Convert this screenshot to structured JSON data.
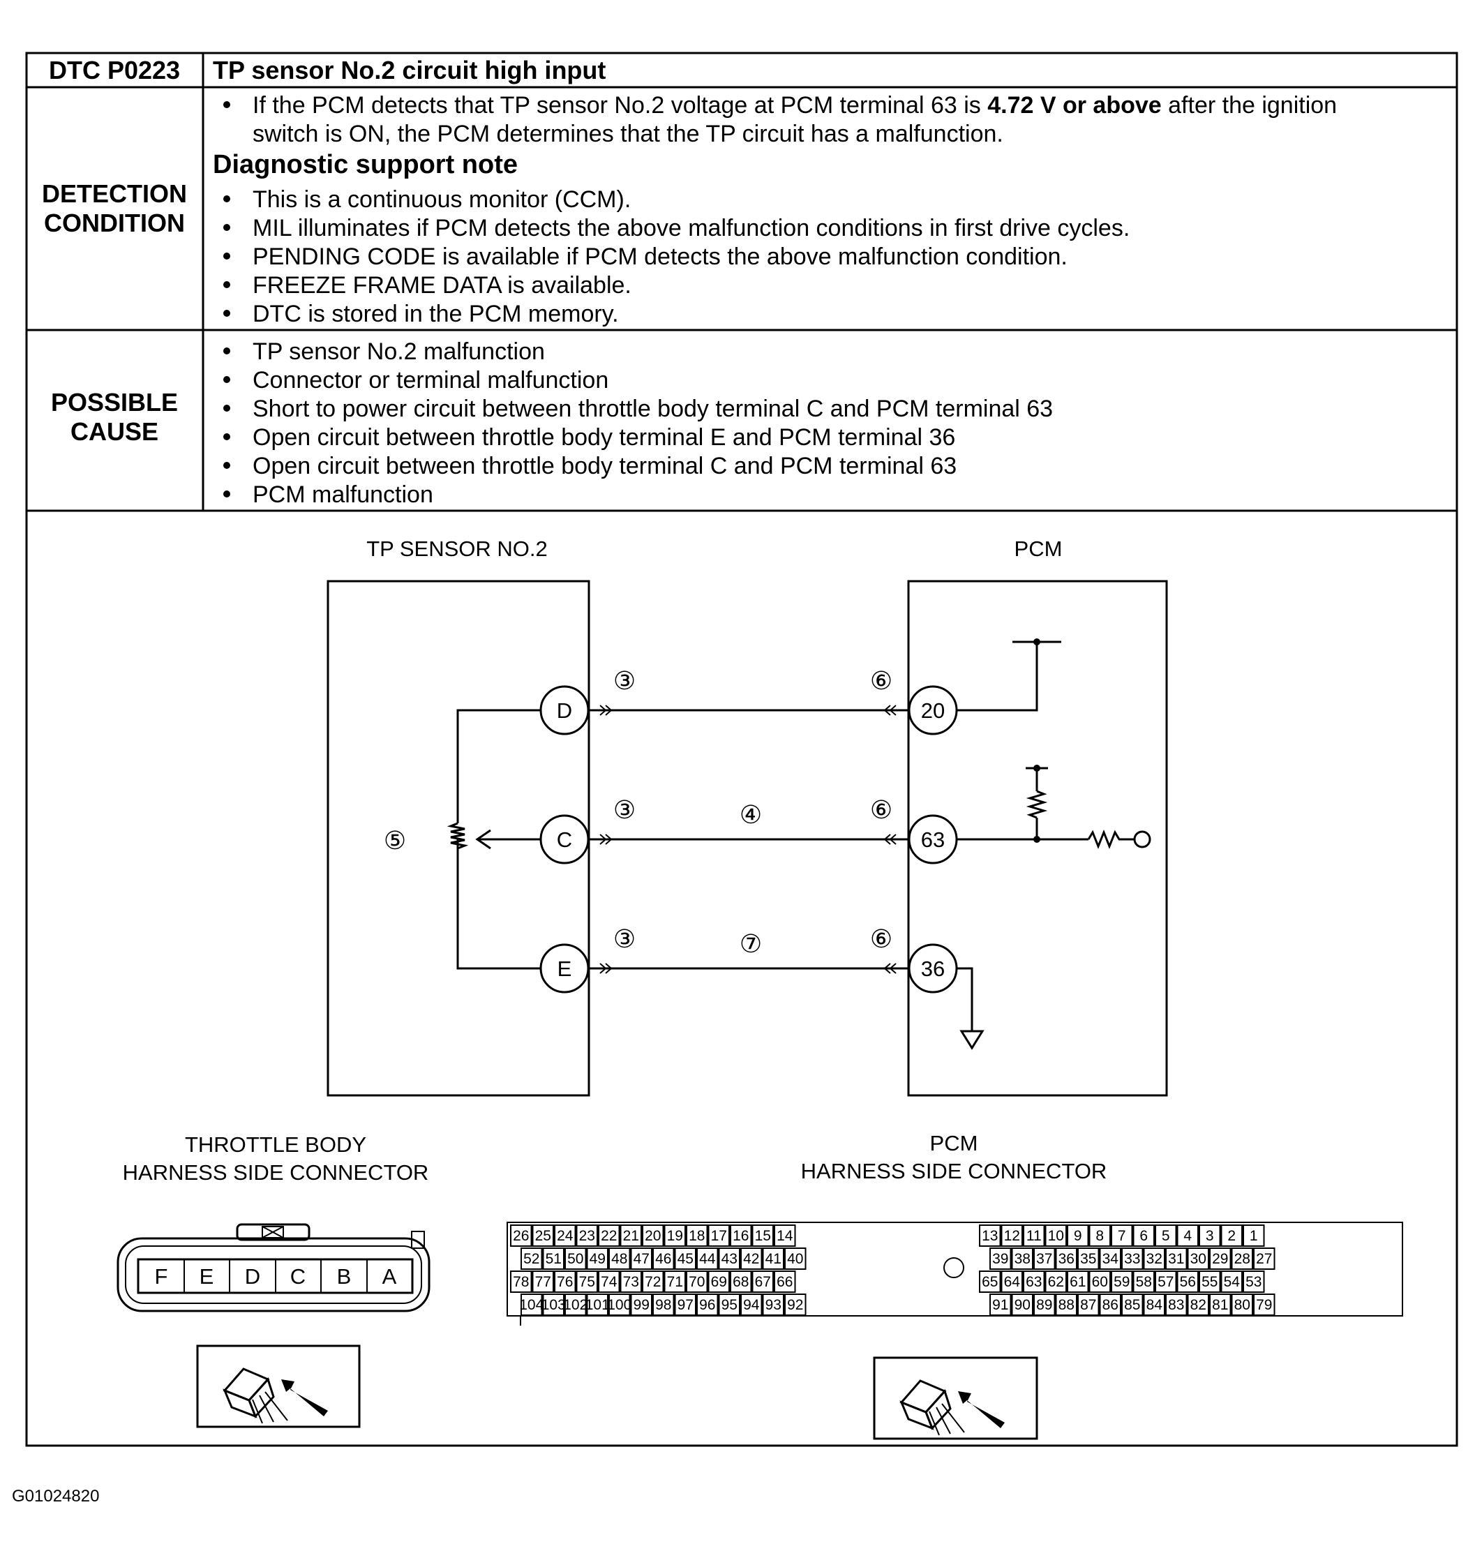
{
  "dtc": {
    "code": "DTC P0223",
    "title": "TP sensor No.2 circuit high input"
  },
  "detection": {
    "label_line1": "DETECTION",
    "label_line2": "CONDITION",
    "main_pre": "If the PCM detects that TP sensor No.2 voltage at PCM terminal 63 is ",
    "main_bold": "4.72 V or above",
    "main_post": " after the ignition",
    "main_line2": "switch is ON, the PCM determines that the TP circuit has a malfunction.",
    "support_heading": "Diagnostic support note",
    "notes": [
      "This is a continuous monitor (CCM).",
      "MIL illuminates if PCM detects the above malfunction conditions in first drive cycles.",
      "PENDING CODE is available if PCM detects the above malfunction condition.",
      "FREEZE FRAME DATA is available.",
      "DTC is stored in the PCM memory."
    ]
  },
  "possible_cause": {
    "label_line1": "POSSIBLE",
    "label_line2": "CAUSE",
    "items": [
      "TP sensor No.2 malfunction",
      "Connector or terminal malfunction",
      "Short to power circuit between throttle body terminal C and PCM terminal 63",
      "Open circuit between throttle body terminal E and PCM terminal 36",
      "Open circuit between throttle body terminal C and PCM terminal 63",
      "PCM malfunction"
    ]
  },
  "schematic": {
    "sensor_title": "TP SENSOR NO.2",
    "pcm_title": "PCM",
    "sensor_terminals": [
      "D",
      "C",
      "E"
    ],
    "pcm_terminals": [
      "20",
      "63",
      "36"
    ],
    "callouts": {
      "sensor_side": "③",
      "pcm_side": "⑥",
      "signal_wire": "④",
      "ground_wire": "⑦",
      "sensor": "⑤"
    }
  },
  "throttle_connector": {
    "title_line1": "THROTTLE BODY",
    "title_line2": "HARNESS SIDE CONNECTOR",
    "pins": [
      "F",
      "E",
      "D",
      "C",
      "B",
      "A"
    ]
  },
  "pcm_connector": {
    "title_line1": "PCM",
    "title_line2": "HARNESS SIDE CONNECTOR",
    "rows": [
      {
        "left": [
          "26",
          "25",
          "24",
          "23",
          "22",
          "21",
          "20",
          "19",
          "18",
          "17",
          "16",
          "15",
          "14"
        ],
        "right": [
          "13",
          "12",
          "11",
          "10",
          "9",
          "8",
          "7",
          "6",
          "5",
          "4",
          "3",
          "2",
          "1"
        ]
      },
      {
        "left": [
          "52",
          "51",
          "50",
          "49",
          "48",
          "47",
          "46",
          "45",
          "44",
          "43",
          "42",
          "41",
          "40"
        ],
        "right": [
          "39",
          "38",
          "37",
          "36",
          "35",
          "34",
          "33",
          "32",
          "31",
          "30",
          "29",
          "28",
          "27"
        ]
      },
      {
        "left": [
          "78",
          "77",
          "76",
          "75",
          "74",
          "73",
          "72",
          "71",
          "70",
          "69",
          "68",
          "67",
          "66"
        ],
        "right": [
          "65",
          "64",
          "63",
          "62",
          "61",
          "60",
          "59",
          "58",
          "57",
          "56",
          "55",
          "54",
          "53"
        ]
      },
      {
        "left": [
          "104",
          "103",
          "102",
          "101",
          "100",
          "99",
          "98",
          "97",
          "96",
          "95",
          "94",
          "93",
          "92"
        ],
        "right": [
          "91",
          "90",
          "89",
          "88",
          "87",
          "86",
          "85",
          "84",
          "83",
          "82",
          "81",
          "80",
          "79"
        ]
      }
    ]
  },
  "figure_id": "G01024820"
}
